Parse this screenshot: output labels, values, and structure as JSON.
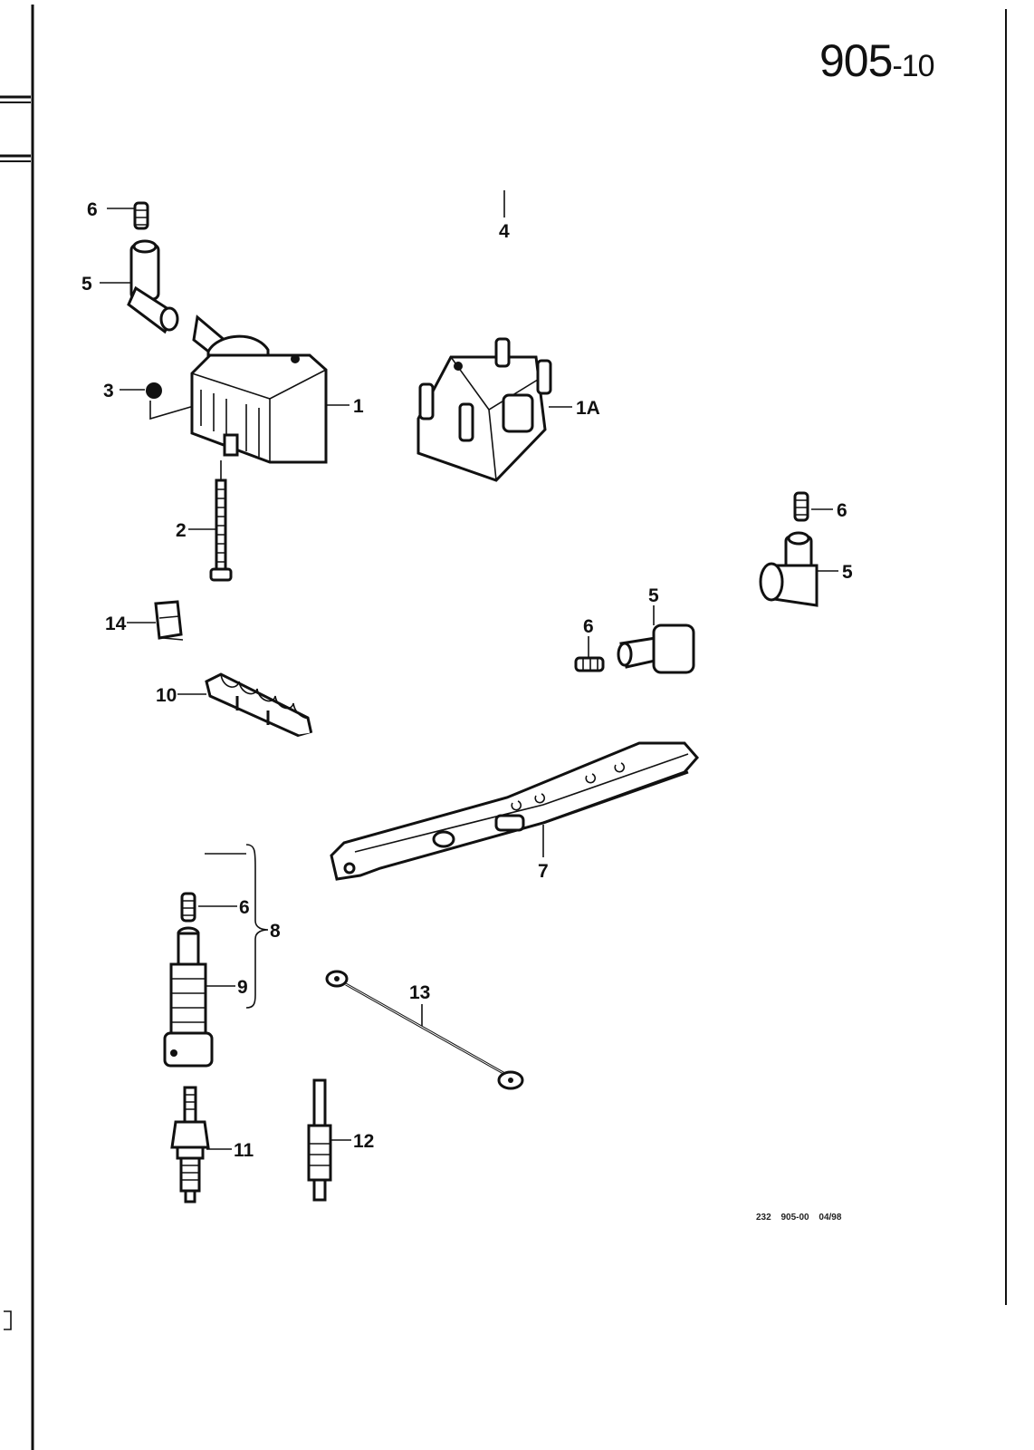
{
  "diagram": {
    "page_number": "905",
    "page_suffix": "-10",
    "footer_code": "232  905-00  04/98",
    "callouts": [
      {
        "id": "c6a",
        "label": "6"
      },
      {
        "id": "c4",
        "label": "4"
      },
      {
        "id": "c5a",
        "label": "5"
      },
      {
        "id": "c3",
        "label": "3"
      },
      {
        "id": "c1",
        "label": "1"
      },
      {
        "id": "c1a",
        "label": "1A"
      },
      {
        "id": "c2",
        "label": "2"
      },
      {
        "id": "c6b",
        "label": "6"
      },
      {
        "id": "c5b",
        "label": "5"
      },
      {
        "id": "c14",
        "label": "14"
      },
      {
        "id": "c5c",
        "label": "5"
      },
      {
        "id": "c6c",
        "label": "6"
      },
      {
        "id": "c10",
        "label": "10"
      },
      {
        "id": "c7",
        "label": "7"
      },
      {
        "id": "c6d",
        "label": "6"
      },
      {
        "id": "c8",
        "label": "8"
      },
      {
        "id": "c9",
        "label": "9"
      },
      {
        "id": "c13",
        "label": "13"
      },
      {
        "id": "c11",
        "label": "11"
      },
      {
        "id": "c12",
        "label": "12"
      }
    ]
  }
}
